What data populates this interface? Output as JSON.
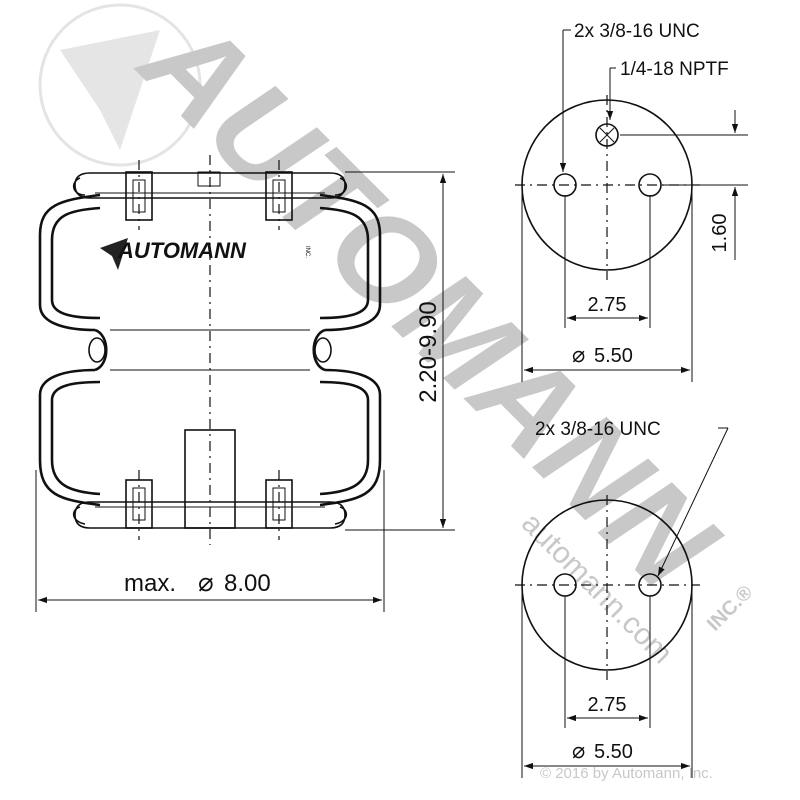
{
  "watermark": {
    "big_text": "AUTOMANN",
    "url_text": "automann.com",
    "inc_mark": "INC.®",
    "copyright": "© 2016 by Automann, Inc."
  },
  "logo": {
    "text": "AUTOMANN",
    "inc": "INC."
  },
  "side_view": {
    "height_dim": "2.20-9.90",
    "max_dia_prefix": "max.",
    "max_dia_value": "8.00"
  },
  "top_plate": {
    "bolt_callout": "2x 3/8-16 UNC",
    "port_callout": "1/4-18 NPTF",
    "offset_dim": "1.60",
    "spacing_dim": "2.75",
    "diameter_dim": "5.50"
  },
  "bottom_plate": {
    "bolt_callout": "2x 3/8-16 UNC",
    "spacing_dim": "2.75",
    "diameter_dim": "5.50"
  },
  "symbols": {
    "diameter": "⌀"
  }
}
